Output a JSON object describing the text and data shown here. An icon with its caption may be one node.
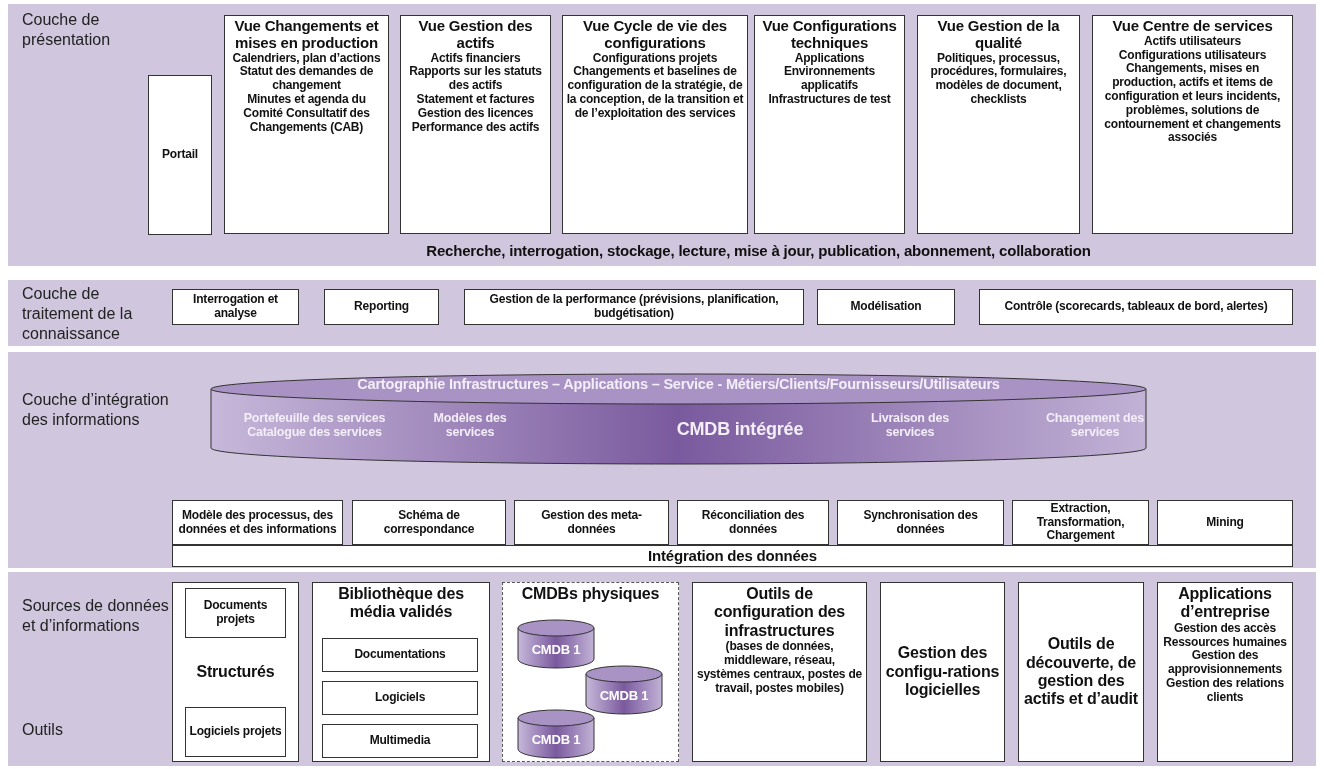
{
  "diagram": {
    "nodes": [
      {
        "text": [
          "Couche de présentation",
          "Recherche, interrogation, stockage, lecture, mise à jour, publication, abonnement, collaboration"
        ]
      },
      {
        "text": [
          "Portail"
        ],
        "in": 0
      },
      {
        "text": [
          "Vue Changements et mises en production",
          "Calendriers, plan d’actions",
          "Statut des demandes de changement",
          "Minutes et agenda du Comité Consultatif des Changements (CAB)"
        ],
        "in": 0
      },
      {
        "text": [
          "Vue Gestion des actifs",
          "Actifs financiers",
          "Rapports sur les statuts des actifs",
          "Statement et factures",
          "Gestion des licences",
          "Performance des actifs"
        ],
        "in": 0
      },
      {
        "text": [
          "Vue Cycle de vie des configurations",
          "Configurations projets",
          "Changements et baselines de configuration de la stratégie, de la conception, de la transition et de l’exploitation des services"
        ],
        "in": 0
      },
      {
        "text": [
          "Vue Configurations techniques",
          "Applications",
          "Environnements applicatifs",
          "Infrastructures de test"
        ],
        "in": 0
      },
      {
        "text": [
          "Vue Gestion de la qualité",
          "Politiques, processus, procédures, formulaires, modèles de document, checklists"
        ],
        "in": 0
      },
      {
        "text": [
          "Vue Centre de services",
          "Actifs utilisateurs",
          "Configurations utilisateurs",
          "Changements, mises en production, actifs et items de configuration et leurs incidents, problèmes, solutions de contournement et changements associés"
        ],
        "in": 0
      },
      {
        "text": [
          "Couche de traitement de la connaissance"
        ]
      },
      {
        "text": [
          "Interrogation et analyse"
        ],
        "in": 8
      },
      {
        "text": [
          "Reporting"
        ],
        "in": 8
      },
      {
        "text": [
          "Gestion de la performance (prévisions, planification, budgétisation)"
        ],
        "in": 8
      },
      {
        "text": [
          "Modélisation"
        ],
        "in": 8
      },
      {
        "text": [
          "Contrôle (scorecards, tableaux de bord, alertes)"
        ],
        "in": 8
      },
      {
        "text": [
          "Couche d’intégration des informations"
        ]
      },
      {
        "text": [
          "Cartographie Infrastructures – Applications – Service - Métiers/Clients/Fournisseurs/Utilisateurs",
          "Portefeuille des services Catalogue des services",
          "Modèles des services",
          "CMDB intégrée",
          "Livraison des services",
          "Changement des services"
        ],
        "in": 14
      },
      {
        "text": [
          "Modèle des processus, des données et des informations"
        ],
        "in": 14
      },
      {
        "text": [
          "Schéma de correspondance"
        ],
        "in": 14
      },
      {
        "text": [
          "Gestion des meta-données"
        ],
        "in": 14
      },
      {
        "text": [
          "Réconciliation des données"
        ],
        "in": 14
      },
      {
        "text": [
          "Synchronisation des données"
        ],
        "in": 14
      },
      {
        "text": [
          "Extraction, Transformation, Chargement"
        ],
        "in": 14
      },
      {
        "text": [
          "Mining"
        ],
        "in": 14
      },
      {
        "text": [
          "Intégration des données"
        ],
        "in": 14
      },
      {
        "text": [
          "Sources de données et d’informations",
          "Outils"
        ]
      },
      {
        "text": [
          "Structurés"
        ],
        "in": 24
      },
      {
        "text": [
          "Documents projets"
        ],
        "in": 25
      },
      {
        "text": [
          "Logiciels projets"
        ],
        "in": 25
      },
      {
        "text": [
          "Bibliothèque des média validés"
        ],
        "in": 24
      },
      {
        "text": [
          "Documentations"
        ],
        "in": 28
      },
      {
        "text": [
          "Logiciels"
        ],
        "in": 28
      },
      {
        "text": [
          "Multimedia"
        ],
        "in": 28
      },
      {
        "text": [
          "CMDBs physiques"
        ],
        "in": 24
      },
      {
        "text": [
          "CMDB 1"
        ],
        "in": 32
      },
      {
        "text": [
          "CMDB 1"
        ],
        "in": 32
      },
      {
        "text": [
          "CMDB 1"
        ],
        "in": 32
      },
      {
        "text": [
          "Outils de configuration des infrastructures",
          "(bases de données, middleware, réseau, systèmes centraux, postes de travail, postes mobiles)"
        ],
        "in": 24
      },
      {
        "text": [
          "Gestion des configu-rations logicielles"
        ],
        "in": 24
      },
      {
        "text": [
          "Outils de découverte, de gestion des actifs et d’audit"
        ],
        "in": 24
      },
      {
        "text": [
          "Applications d’entreprise",
          "Gestion des accès",
          "Ressources humaines",
          "Gestion des approvisionnements",
          "Gestion des relations clients"
        ],
        "in": 24
      }
    ]
  }
}
